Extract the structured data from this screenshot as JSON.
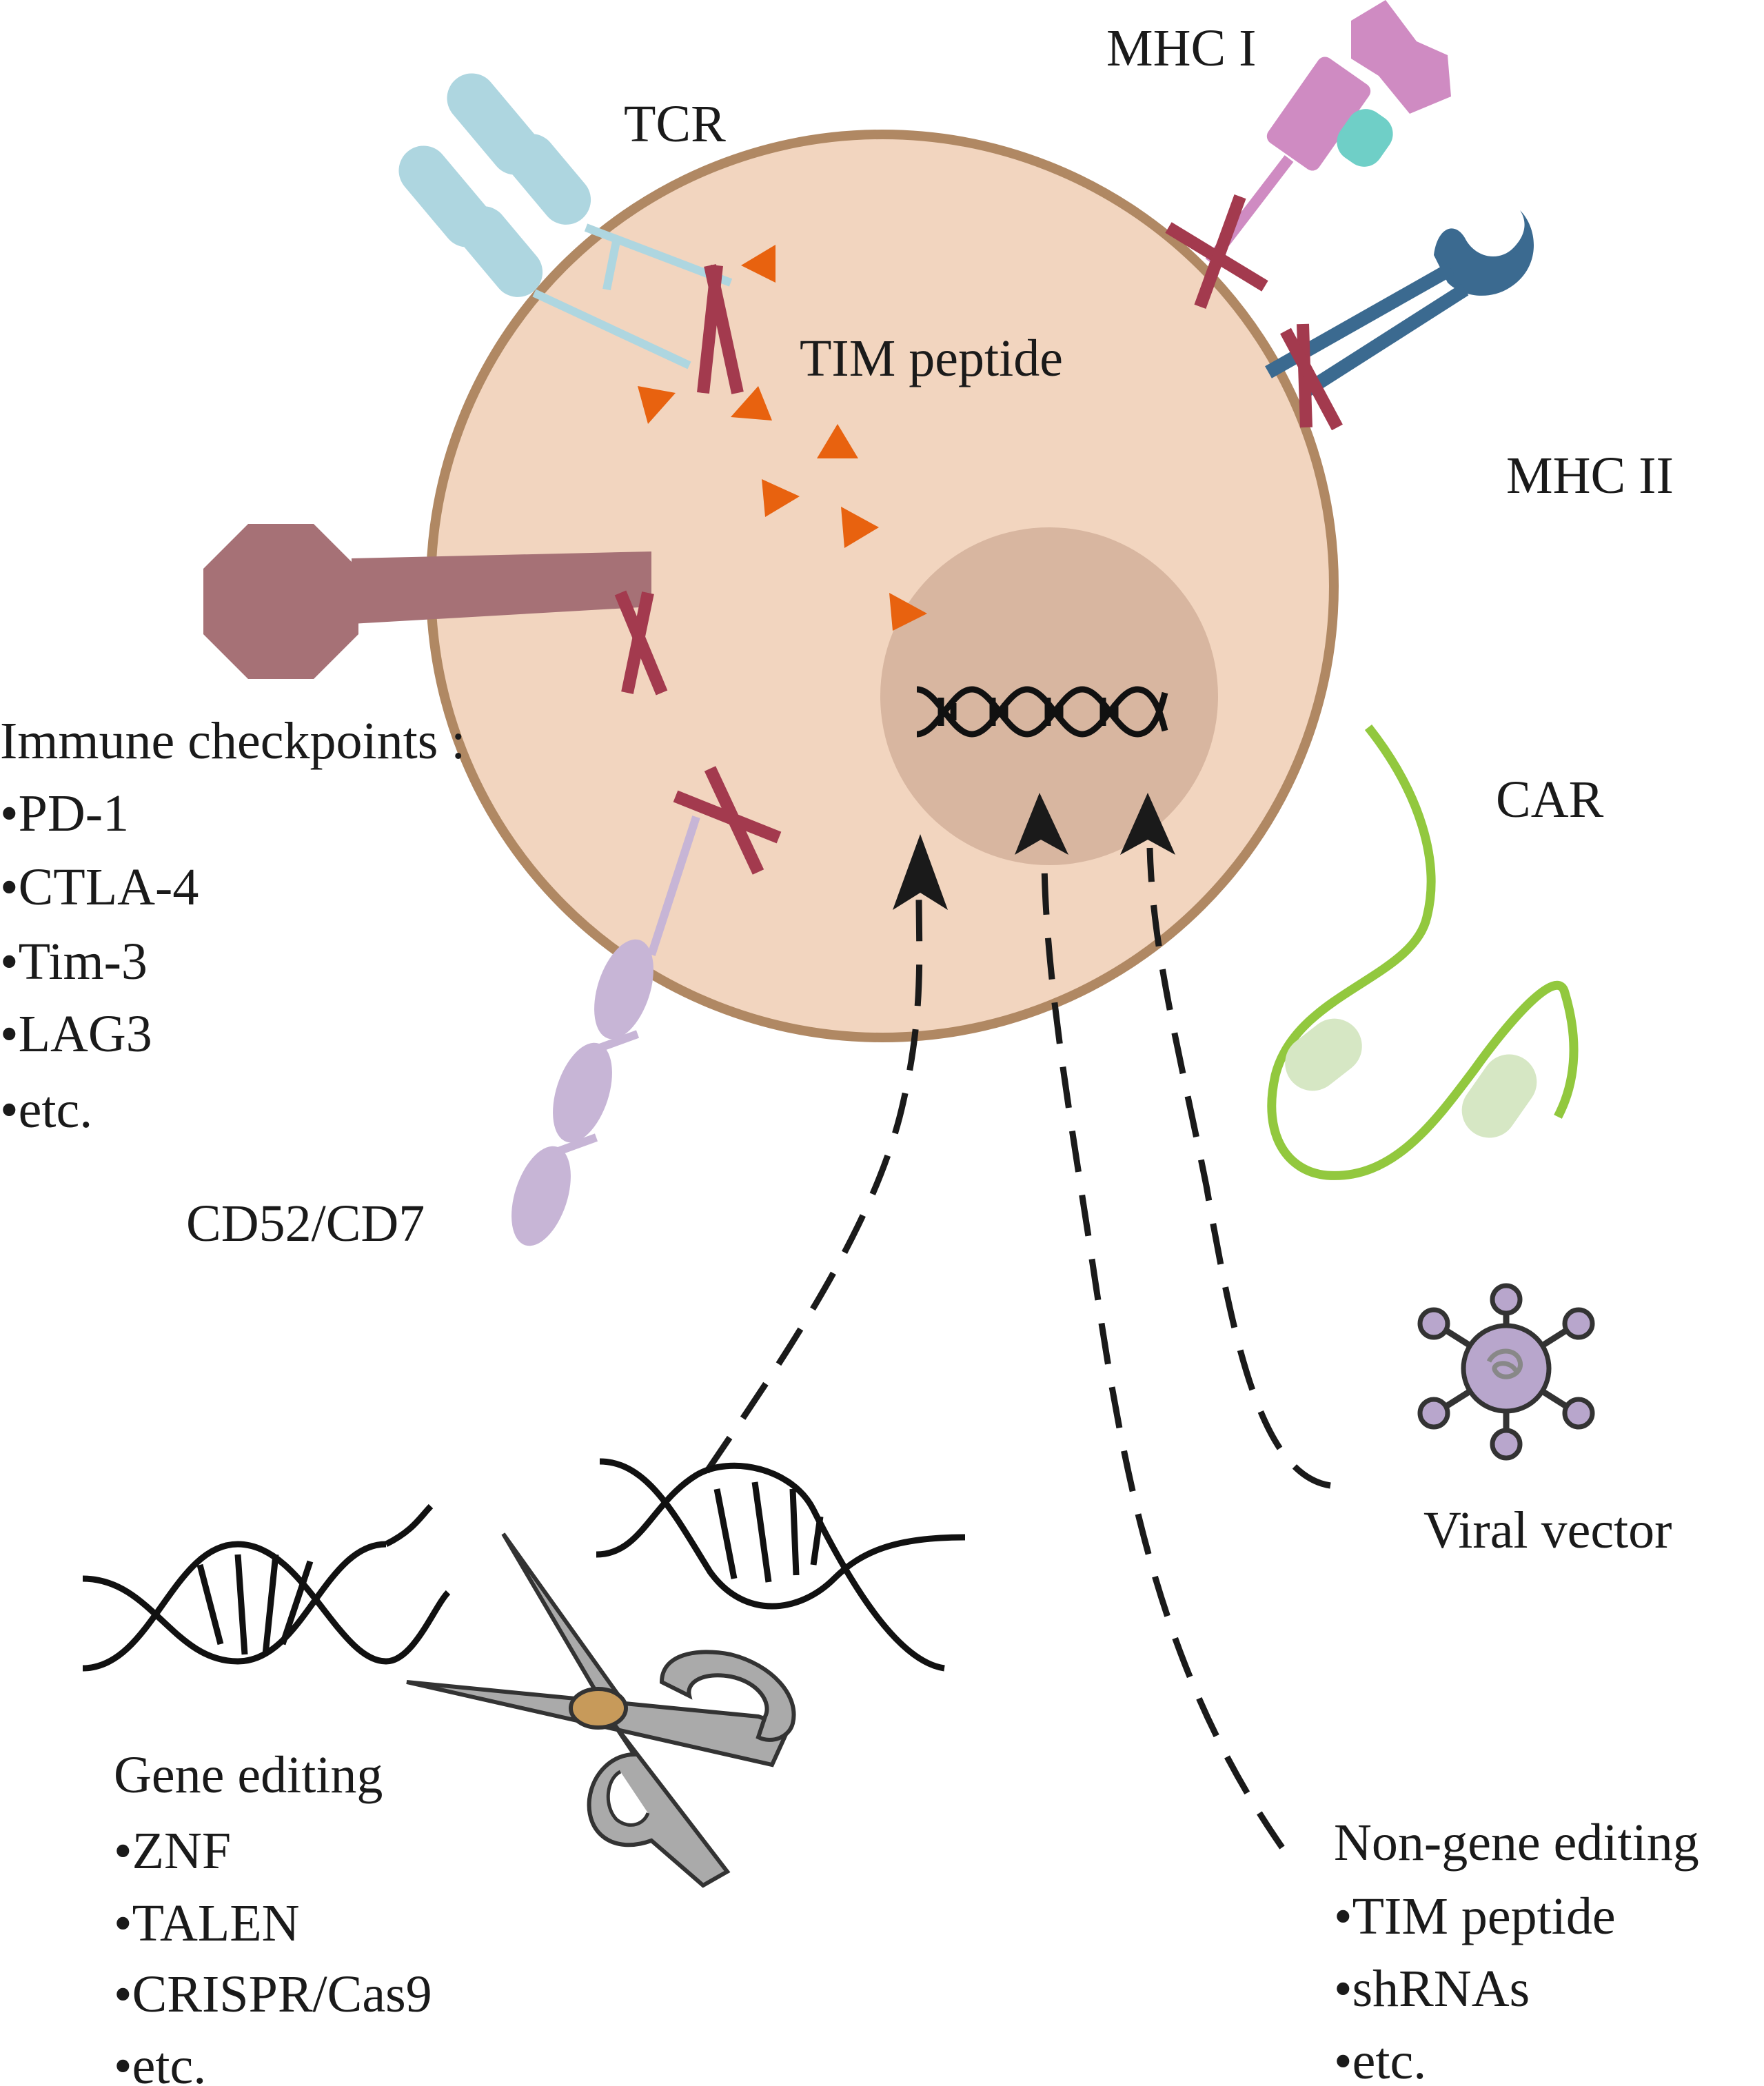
{
  "labels": {
    "tcr": "TCR",
    "mhc1": "MHC I",
    "mhc2": "MHC II",
    "tim_peptide": "TIM peptide",
    "car": "CAR",
    "cd52_cd7": "CD52/CD7",
    "viral_vector": "Viral vector"
  },
  "checkpoints": {
    "title": "Immune checkpoints :",
    "items": [
      "•PD-1",
      "•CTLA-4",
      "•Tim-3",
      "•LAG3",
      "•etc."
    ]
  },
  "gene_editing": {
    "title": "Gene editing",
    "items": [
      "•ZNF",
      "•TALEN",
      "•CRISPR/Cas9",
      "•etc."
    ]
  },
  "non_gene_editing": {
    "title": "Non-gene editing",
    "items": [
      "•TIM peptide",
      "•shRNAs",
      "•etc."
    ]
  },
  "colors": {
    "cell_fill": "#f2d5bf",
    "cell_border": "#b08863",
    "nucleus": "#d8b6a0",
    "knockout_x": "#a33a4e",
    "peptide": "#e8620f",
    "tcr": "#aed6e0",
    "mhc1": "#cf8bc2",
    "mhc1_accent": "#6fcfc7",
    "mhc2": "#3b6a90",
    "checkpoint": "#a67176",
    "cd52": "#c7b5d6",
    "car_line": "#92c83e",
    "car_domain": "#d6e7c4",
    "scissors": "#aaaaaa",
    "scissors_pivot": "#c79a5a",
    "virus": "#b8a6cc"
  }
}
